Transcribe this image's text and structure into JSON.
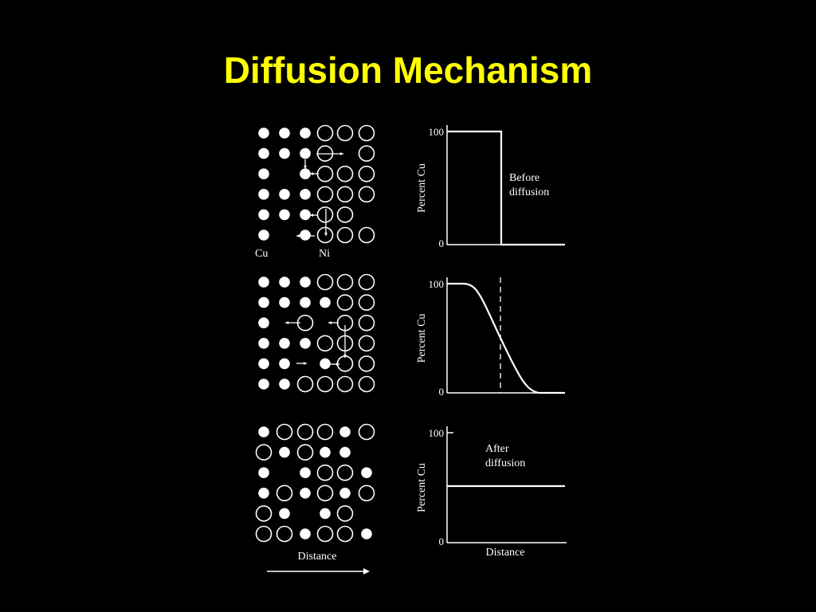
{
  "title": "Diffusion Mechanism",
  "colors": {
    "background": "#000000",
    "title": "#ffff00",
    "figure": "#ffffff"
  },
  "atom_legend": {
    "filled": "Cu",
    "hollow": "Ni"
  },
  "lattices": [
    {
      "rows": [
        [
          "C",
          "C",
          "C",
          "N",
          "N",
          "N"
        ],
        [
          "C",
          "C",
          "C",
          "N",
          "-",
          "N"
        ],
        [
          "C",
          "-",
          "C",
          "N",
          "N",
          "N"
        ],
        [
          "C",
          "C",
          "C",
          "N",
          "N",
          "N"
        ],
        [
          "C",
          "C",
          "C",
          "N",
          "N",
          "-"
        ],
        [
          "C",
          "-",
          "C",
          "N",
          "N",
          "N"
        ]
      ],
      "labels": [
        "Cu",
        "Ni"
      ]
    },
    {
      "rows": [
        [
          "C",
          "C",
          "C",
          "N",
          "N",
          "N"
        ],
        [
          "C",
          "C",
          "C",
          "C",
          "N",
          "N"
        ],
        [
          "C",
          "-",
          "N",
          "-",
          "N",
          "N"
        ],
        [
          "C",
          "C",
          "C",
          "N",
          "N",
          "N"
        ],
        [
          "C",
          "C",
          "-",
          "C",
          "N",
          "N"
        ],
        [
          "C",
          "C",
          "N",
          "N",
          "N",
          "N"
        ]
      ],
      "labels": []
    },
    {
      "rows": [
        [
          "C",
          "N",
          "N",
          "N",
          "C",
          "N"
        ],
        [
          "N",
          "C",
          "N",
          "C",
          "C",
          "-"
        ],
        [
          "C",
          "-",
          "C",
          "N",
          "N",
          "C"
        ],
        [
          "C",
          "N",
          "C",
          "N",
          "C",
          "N"
        ],
        [
          "N",
          "C",
          "-",
          "C",
          "N",
          "-"
        ],
        [
          "N",
          "N",
          "C",
          "N",
          "N",
          "C"
        ]
      ],
      "labels": [],
      "axis_label": "Distance"
    }
  ],
  "graphs": [
    {
      "ylabel": "Percent Cu",
      "y_ticks": [
        "100",
        "0"
      ],
      "profile": "step",
      "annotation": [
        "Before",
        "diffusion"
      ],
      "xlabel": ""
    },
    {
      "ylabel": "Percent Cu",
      "y_ticks": [
        "100",
        "0"
      ],
      "profile": "s-curve",
      "annotation": [],
      "xlabel": ""
    },
    {
      "ylabel": "Percent Cu",
      "y_ticks": [
        "100",
        "0"
      ],
      "profile": "flat",
      "annotation": [
        "After",
        "diffusion"
      ],
      "xlabel": "Distance"
    }
  ]
}
